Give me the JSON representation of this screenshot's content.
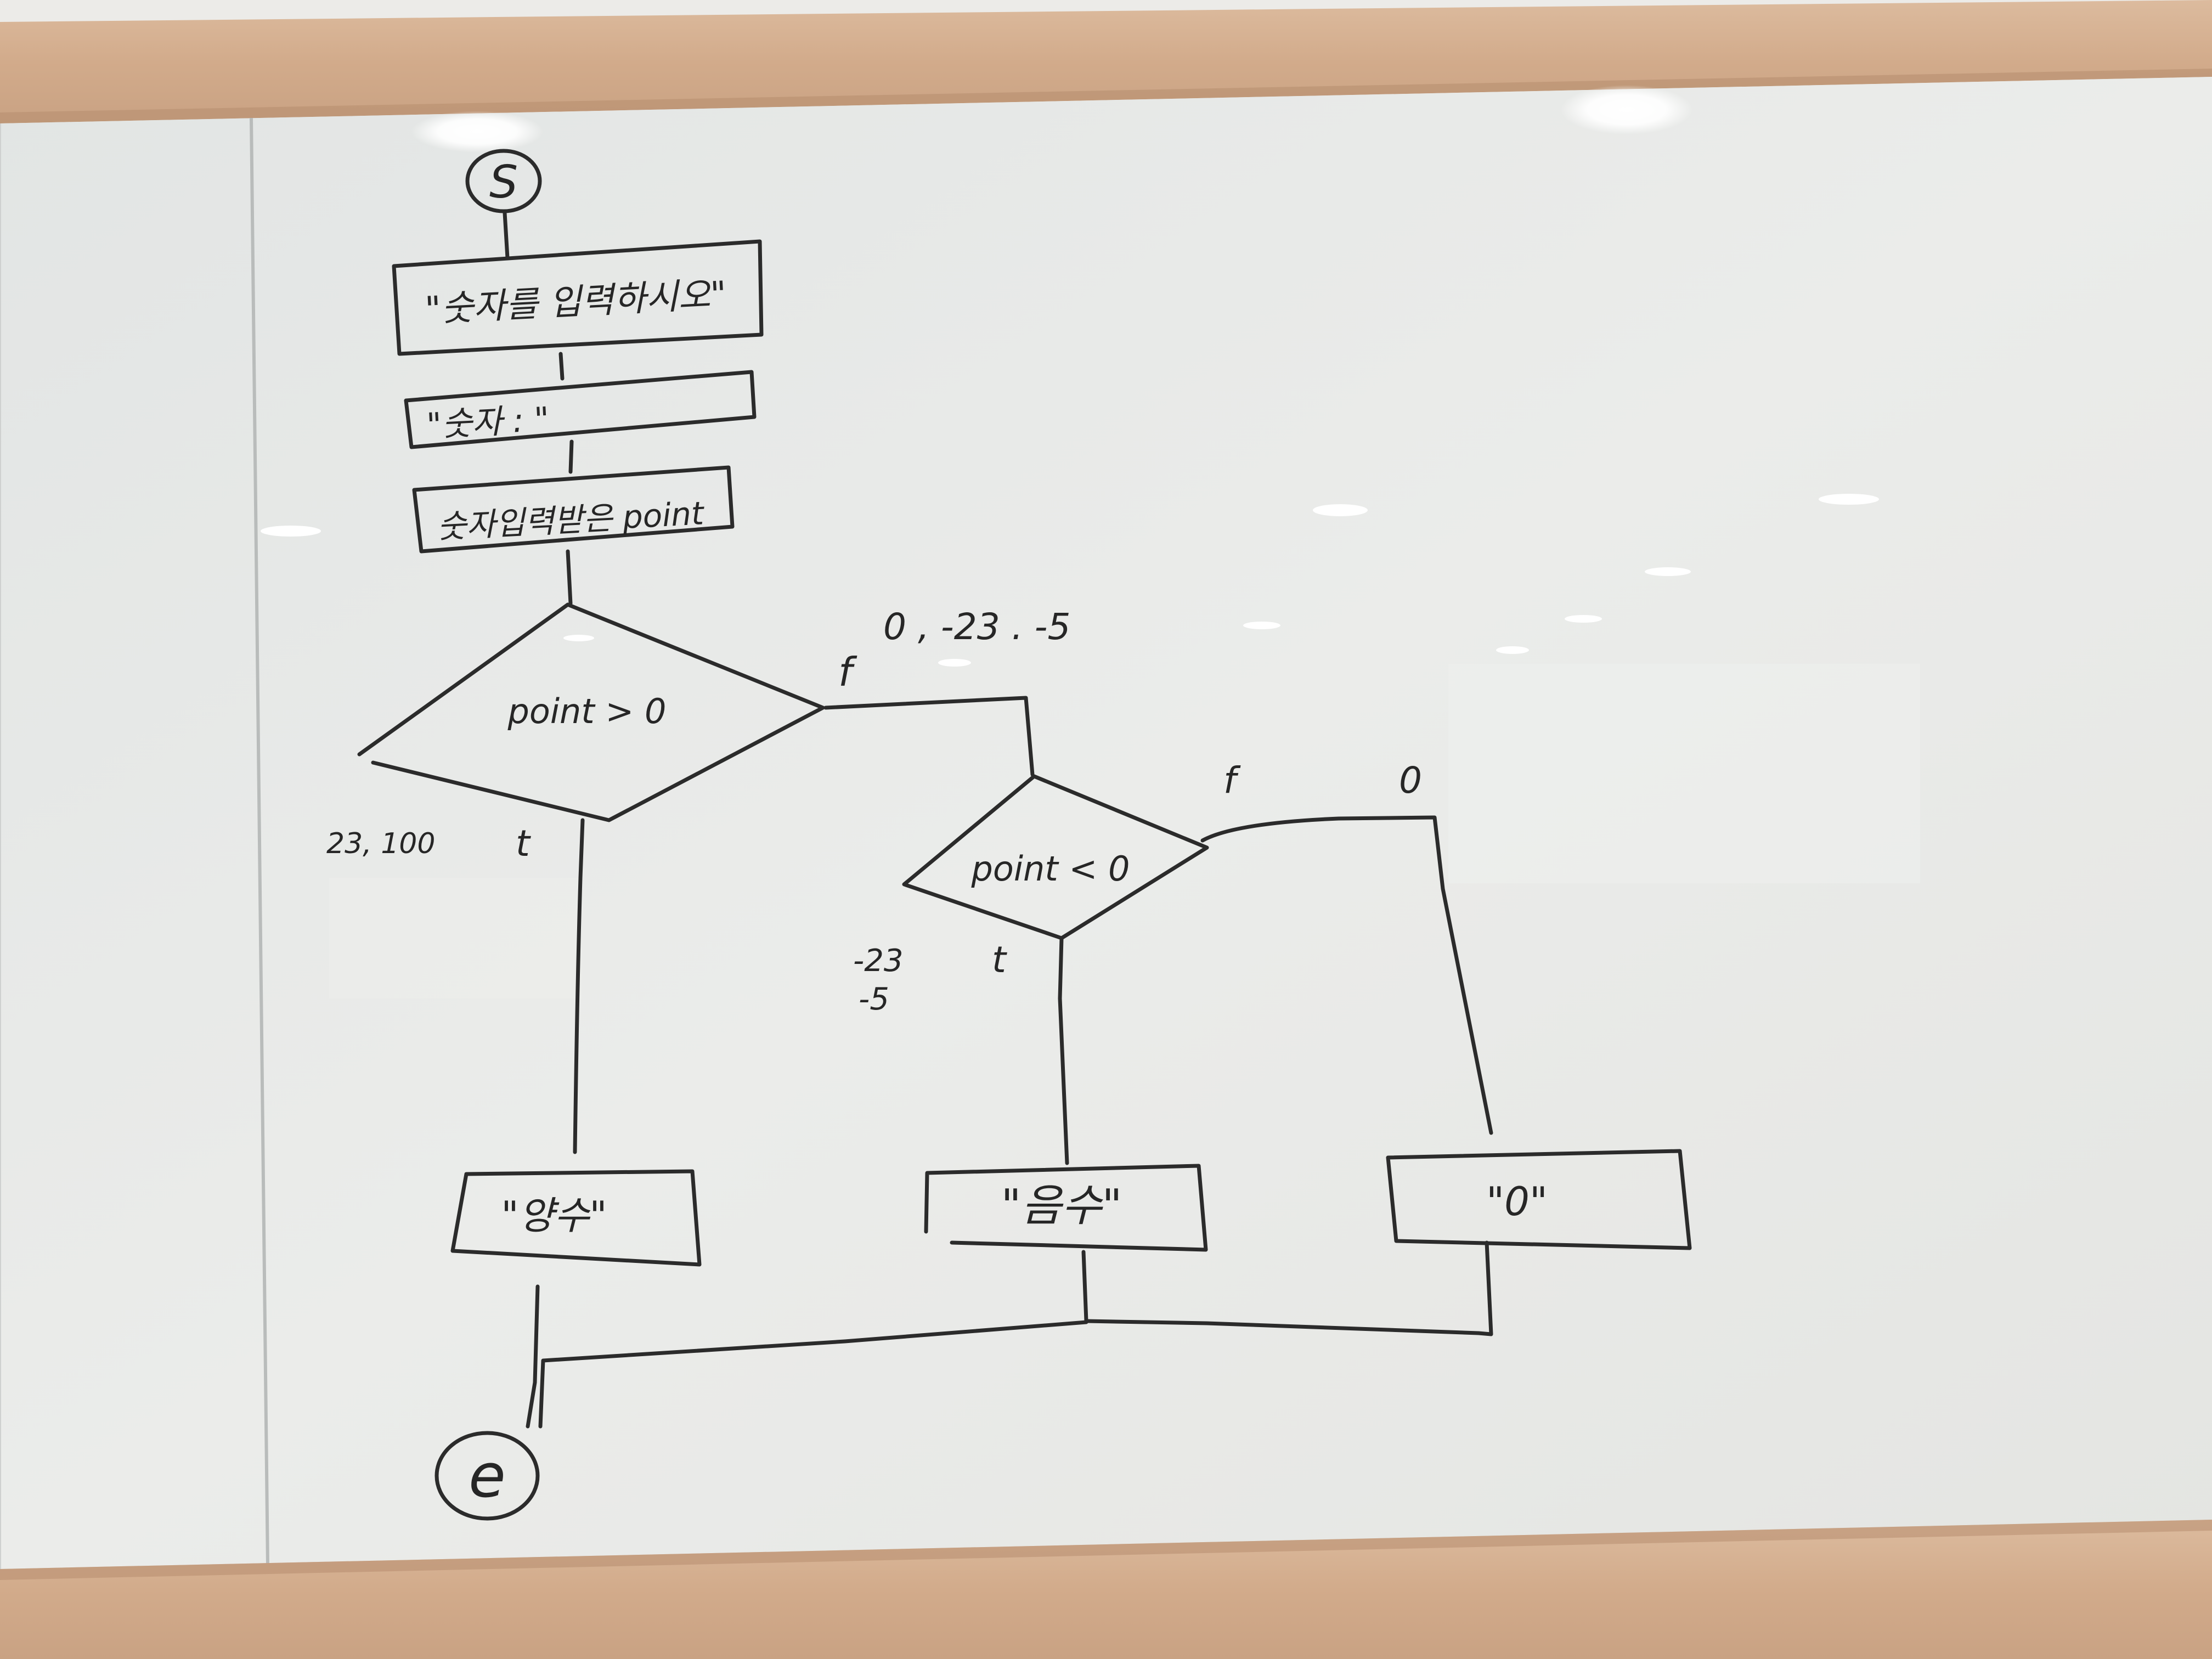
{
  "photo": {
    "subject": "whiteboard flowchart",
    "colors": {
      "frame_wood": "#d7b394",
      "frame_wood_dark": "#c49c7c",
      "board": "#e4e6e5",
      "board_highlight": "#f2f3f2",
      "ink": "#2b2b2b",
      "wall": "#ebe9e6"
    }
  },
  "flowchart": {
    "start_label": "S",
    "end_label": "e",
    "print_prompt": "\"숫자를 입력하시오\"",
    "print_number": "\"숫자 : \"",
    "input_box": "숫자입력받은  point",
    "decision1": "point  > 0",
    "decision1_false": "f",
    "decision1_true": "t",
    "decision1_true_examples": "23, 100",
    "decision1_false_examples": "0 ,  -23  .  -5",
    "decision2": "point  < 0",
    "decision2_false": "f",
    "decision2_false_example": "0",
    "decision2_true": "t",
    "decision2_true_examples_1": "-23",
    "decision2_true_examples_2": "-5",
    "output_positive": "\"양수\"",
    "output_negative": "\"음수\"",
    "output_zero": "\"0\""
  }
}
